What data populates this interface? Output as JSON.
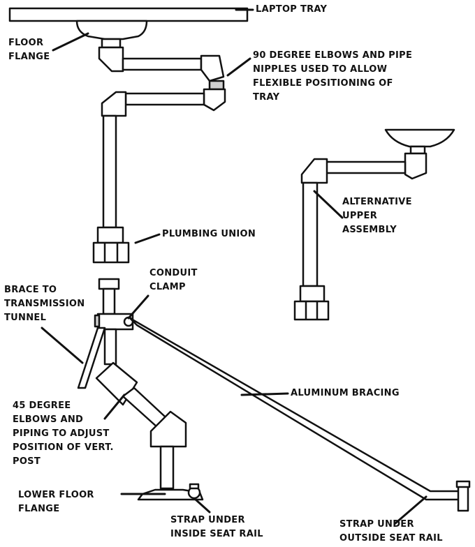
{
  "labels": {
    "laptop_tray": "LAPTOP TRAY",
    "floor_flange": [
      "FLOOR",
      "FLANGE"
    ],
    "elbows_nipples": [
      "90 DEGREE ELBOWS AND PIPE",
      "NIPPLES USED TO ALLOW",
      "FLEXIBLE POSITIONING OF",
      "TRAY"
    ],
    "alternative_upper": [
      "ALTERNATIVE",
      "UPPER",
      "ASSEMBLY"
    ],
    "plumbing_union": "PLUMBING UNION",
    "conduit_clamp": [
      "CONDUIT",
      "CLAMP"
    ],
    "brace_tunnel": [
      "BRACE TO",
      "TRANSMISSION",
      "TUNNEL"
    ],
    "aluminum_bracing": "ALUMINUM BRACING",
    "elbows_45": [
      "45 DEGREE",
      "ELBOWS AND",
      "PIPING TO ADJUST",
      "POSITION OF VERT.",
      "POST"
    ],
    "lower_floor_flange": [
      "LOWER FLOOR",
      "FLANGE"
    ],
    "strap_inside": [
      "STRAP UNDER",
      "INSIDE SEAT RAIL"
    ],
    "strap_outside": [
      "STRAP UNDER",
      "OUTSIDE SEAT RAIL"
    ]
  },
  "colors": {
    "line": "#111111",
    "fill": "#ffffff",
    "shade": "#d0d0d0"
  }
}
